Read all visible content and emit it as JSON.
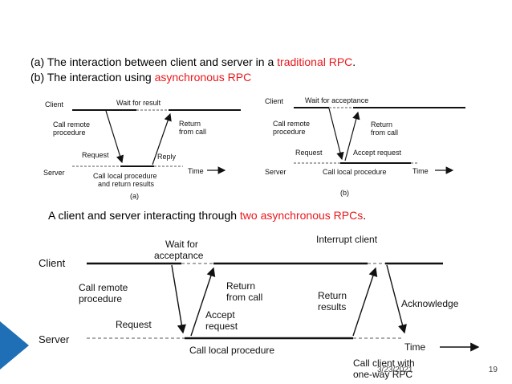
{
  "caption_a": {
    "prefix": "(a) The interaction between client and server in a ",
    "highlight": "traditional RPC",
    "suffix": "."
  },
  "caption_b": {
    "prefix": "(b) The interaction using ",
    "highlight": "asynchronous RPC",
    "suffix": ""
  },
  "caption_c": {
    "prefix": "A client and server interacting through ",
    "highlight": "two asynchronous RPCs",
    "suffix": "."
  },
  "diagram_a": {
    "client": "Client",
    "server": "Server",
    "wait": "Wait for result",
    "call_remote": [
      "Call remote",
      "procedure"
    ],
    "return": [
      "Return",
      "from call"
    ],
    "request": "Request",
    "reply": "Reply",
    "call_local": [
      "Call local procedure",
      "and return results"
    ],
    "time": "Time",
    "label": "(a)"
  },
  "diagram_b": {
    "client": "Client",
    "server": "Server",
    "wait": "Wait for acceptance",
    "call_remote": [
      "Call remote",
      "procedure"
    ],
    "return": [
      "Return",
      "from call"
    ],
    "request": "Request",
    "accept": "Accept request",
    "call_local": "Call local procedure",
    "time": "Time",
    "label": "(b)"
  },
  "diagram_c": {
    "client": "Client",
    "server": "Server",
    "wait": [
      "Wait for",
      "acceptance"
    ],
    "interrupt": "Interrupt client",
    "call_remote": [
      "Call remote",
      "procedure"
    ],
    "return_call": [
      "Return",
      "from call"
    ],
    "request": "Request",
    "accept": [
      "Accept",
      "request"
    ],
    "return_results": [
      "Return",
      "results"
    ],
    "acknowledge": "Acknowledge",
    "call_local": "Call local procedure",
    "call_client": [
      "Call client with",
      "one-way RPC"
    ],
    "time": "Time"
  },
  "footer": {
    "date": "3/23/2021",
    "page": "19"
  },
  "colors": {
    "highlight": "#e8181c",
    "accent": "#1e6fb5"
  }
}
